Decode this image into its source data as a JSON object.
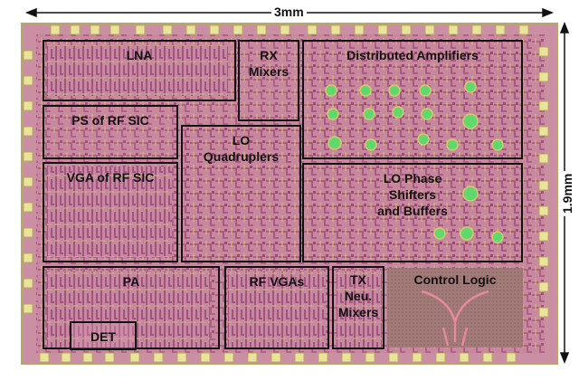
{
  "dimensions": {
    "width_label": "3mm",
    "height_label": "1.9mm"
  },
  "colors": {
    "substrate": "#c98aa0",
    "circuit": "#b45e80",
    "metal_yellow": "#d6c96a",
    "pad": "#e8e39a",
    "green_via": "#58d66a",
    "control_logic": "#a07a78"
  },
  "blocks": [
    {
      "id": "lna",
      "label": "LNA"
    },
    {
      "id": "rx-mixers",
      "label": "RX\nMixers"
    },
    {
      "id": "distributed-amplifiers",
      "label": "Distributed Amplifiers"
    },
    {
      "id": "ps-rf-sic",
      "label": "PS of RF SIC"
    },
    {
      "id": "lo-quadruplers",
      "label": "LO\nQuadruplers"
    },
    {
      "id": "vga-rf-sic",
      "label": "VGA of RF SIC"
    },
    {
      "id": "lo-phase-shifters",
      "label": "LO Phase Shifters\nand Buffers"
    },
    {
      "id": "pa",
      "label": "PA"
    },
    {
      "id": "det",
      "label": "DET"
    },
    {
      "id": "rf-vgas",
      "label": "RF VGAs"
    },
    {
      "id": "tx-neu-mixers",
      "label": "TX\nNeu.\nMixers"
    },
    {
      "id": "control-logic",
      "label": "Control Logic"
    }
  ]
}
